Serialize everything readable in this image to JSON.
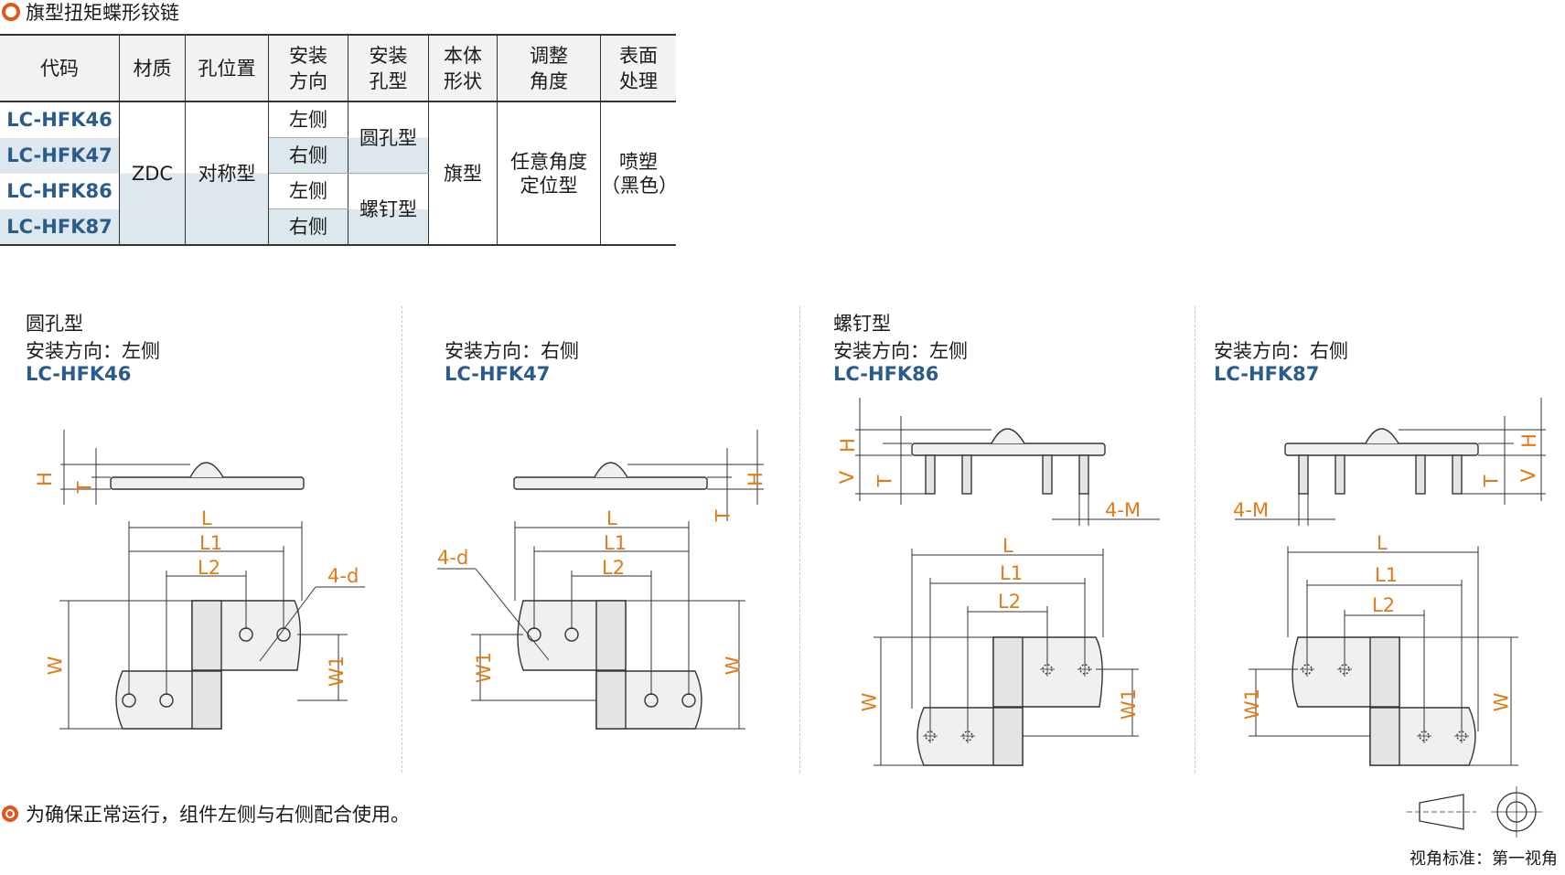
{
  "title": "旗型扭矩蝶形铰链",
  "table": {
    "headers": [
      "代码",
      "材质",
      "孔位置",
      "安装方向",
      "安装孔型",
      "本体形状",
      "调整角度",
      "表面处理"
    ],
    "header_lines": [
      [
        "代码"
      ],
      [
        "材质"
      ],
      [
        "孔位置"
      ],
      [
        "安装",
        "方向"
      ],
      [
        "安装",
        "孔型"
      ],
      [
        "本体",
        "形状"
      ],
      [
        "调整",
        "角度"
      ],
      [
        "表面",
        "处理"
      ]
    ],
    "codes": [
      "LC-HFK46",
      "LC-HFK47",
      "LC-HFK86",
      "LC-HFK87"
    ],
    "material": "ZDC",
    "hole_position": "对称型",
    "directions": [
      "左侧",
      "右侧",
      "左侧",
      "右侧"
    ],
    "hole_types": [
      "圆孔型",
      "螺钉型"
    ],
    "body_shape": "旗型",
    "angle_lines": [
      "任意角度",
      "定位型"
    ],
    "surface_lines": [
      "喷塑",
      "（黑色）"
    ]
  },
  "drawings": [
    {
      "type": "圆孔型",
      "direction": "安装方向：左侧",
      "code": "LC-HFK46",
      "hole_label": "4-d"
    },
    {
      "direction": "安装方向：右侧",
      "code": "LC-HFK47",
      "hole_label": "4-d"
    },
    {
      "type": "螺钉型",
      "direction": "安装方向：左侧",
      "code": "LC-HFK86",
      "hole_label": "4-M"
    },
    {
      "direction": "安装方向：右侧",
      "code": "LC-HFK87",
      "hole_label": "4-M"
    }
  ],
  "dims": {
    "H": "H",
    "T": "T",
    "V": "V",
    "L": "L",
    "L1": "L1",
    "L2": "L2",
    "W": "W",
    "W1": "W1"
  },
  "note": "为确保正常运行，组件左侧与右侧配合使用。",
  "projection_label": "视角标准：第一视角",
  "colors": {
    "accent": "#e0561c",
    "code_blue": "#2a5b8c",
    "dim_orange": "#e07b18",
    "shade": "#dde8ee"
  }
}
